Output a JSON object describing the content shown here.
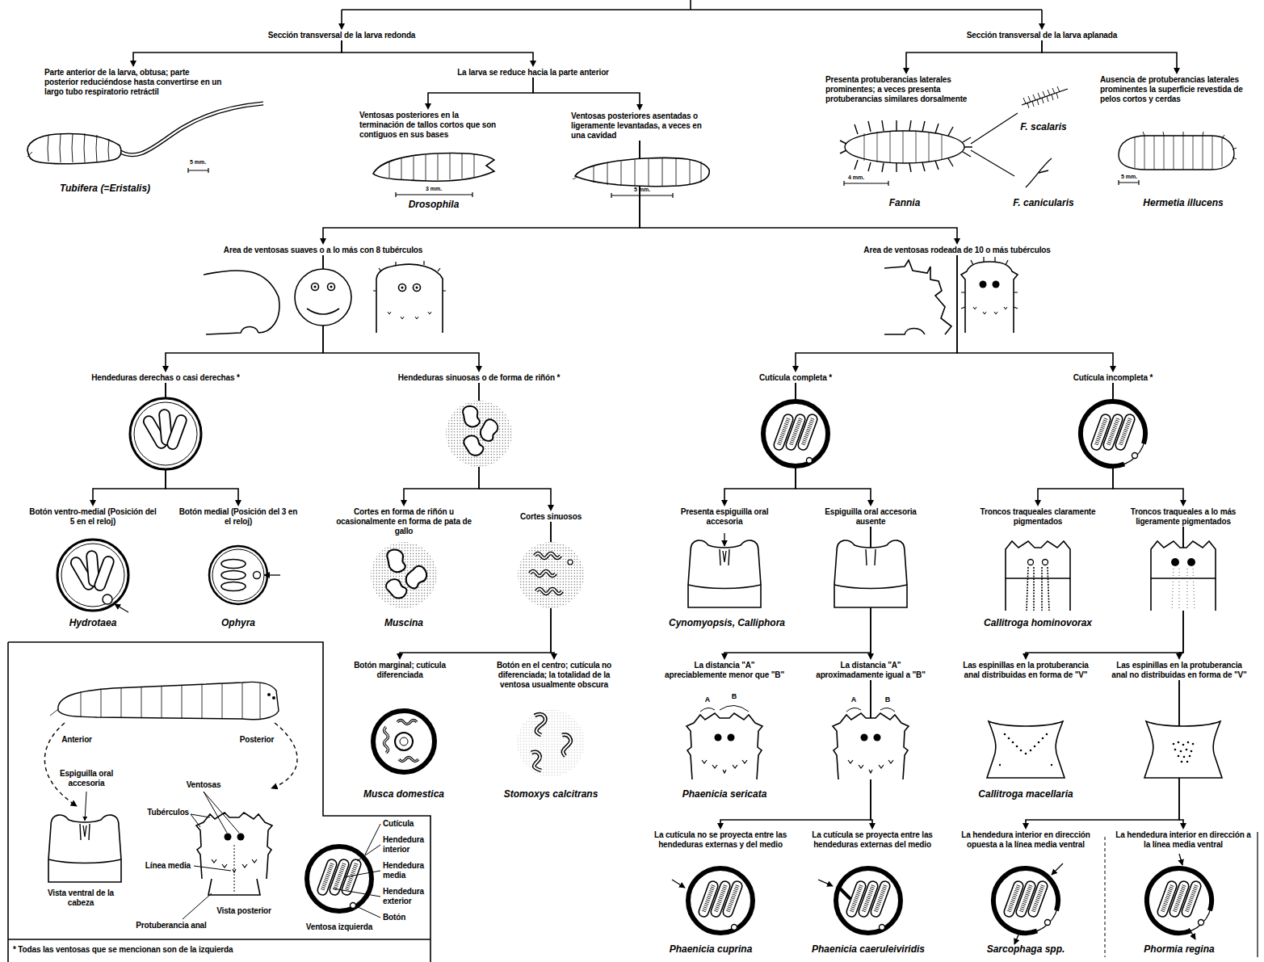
{
  "diagram": {
    "nodes": [
      {
        "text": [
          "Sección transversal de la larva redonda"
        ]
      },
      {
        "text": [
          "Sección transversal de la larva aplanada"
        ]
      },
      {
        "text": [
          "Parte anterior de la larva, obtusa; parte posterior reduciéndose hasta convertirse en un largo tubo respiratorio retráctil"
        ]
      },
      {
        "text": [
          "La larva se reduce hacia la parte anterior"
        ]
      },
      {
        "text": [
          "Ventosas posteriores en la terminación de tallos cortos que son contiguos en sus bases"
        ]
      },
      {
        "text": [
          "Ventosas posteriores asentadas o ligeramente levantadas, a veces en una cavidad"
        ]
      },
      {
        "text": [
          "Presenta protuberancias laterales prominentes; a veces presenta protuberancias similares dorsalmente"
        ]
      },
      {
        "text": [
          "Ausencia de protuberancias laterales prominentes la superficie revestida de pelos cortos y cerdas"
        ]
      },
      {
        "text": [
          "Area de ventosas suaves o a lo más con 8 tubérculos"
        ]
      },
      {
        "text": [
          "Area de ventosas rodeada de 10 o más tubérculos"
        ]
      },
      {
        "text": [
          "Hendeduras derechas o casi derechas *"
        ]
      },
      {
        "text": [
          "Hendeduras sinuosas o de forma de riñón *"
        ]
      },
      {
        "text": [
          "Cutícula completa *"
        ]
      },
      {
        "text": [
          "Cutícula incompleta *"
        ]
      },
      {
        "text": [
          "Botón ventro-medial (Posición del 5 en el reloj)"
        ]
      },
      {
        "text": [
          "Botón medial (Posición del 3 en el reloj)"
        ]
      },
      {
        "text": [
          "Cortes en forma de riñón u ocasionalmente en forma de pata de gallo"
        ]
      },
      {
        "text": [
          "Cortes sinuosos"
        ]
      },
      {
        "text": [
          "Presenta espiguilla oral accesoria"
        ]
      },
      {
        "text": [
          "Espiguilla oral accesoria ausente"
        ]
      },
      {
        "text": [
          "Troncos traqueales claramente pigmentados"
        ]
      },
      {
        "text": [
          "Troncos traqueales a lo más ligeramente pigmentados"
        ]
      },
      {
        "text": [
          "Botón marginal; cutícula diferenciada"
        ]
      },
      {
        "text": [
          "Botón en el centro; cutícula no diferenciada; la totalidad de la ventosa usualmente obscura"
        ]
      },
      {
        "text": [
          "La distancia \"A\" apreciablemente menor que \"B\""
        ]
      },
      {
        "text": [
          "La distancia \"A\" aproximadamente igual a \"B\""
        ]
      },
      {
        "text": [
          "Las espinillas en la protuberancia anal distribuidas en forma de \"V\""
        ]
      },
      {
        "text": [
          "Las espinillas en la protuberancia anal no distribuidas en forma de \"V\""
        ]
      },
      {
        "text": [
          "La cutícula no se proyecta entre las hendeduras externas y del medio"
        ]
      },
      {
        "text": [
          "La cutícula se proyecta entre las hendeduras externas del medio"
        ]
      },
      {
        "text": [
          "La hendedura interior en dirección opuesta a la línea media ventral"
        ]
      },
      {
        "text": [
          "La hendedura interior en dirección a la línea media ventral"
        ]
      }
    ],
    "edges": [
      {
        "from": 0,
        "to": 2,
        "arrow": "to"
      },
      {
        "from": 0,
        "to": 3,
        "arrow": "to"
      },
      {
        "from": 3,
        "to": 4,
        "arrow": "to"
      },
      {
        "from": 3,
        "to": 5,
        "arrow": "to"
      },
      {
        "from": 1,
        "to": 6,
        "arrow": "to"
      },
      {
        "from": 1,
        "to": 7,
        "arrow": "to"
      },
      {
        "from": 5,
        "to": 8,
        "arrow": "to"
      },
      {
        "from": 5,
        "to": 9,
        "arrow": "to"
      },
      {
        "from": 8,
        "to": 10,
        "arrow": "to"
      },
      {
        "from": 8,
        "to": 11,
        "arrow": "to"
      },
      {
        "from": 9,
        "to": 12,
        "arrow": "to"
      },
      {
        "from": 9,
        "to": 13,
        "arrow": "to"
      },
      {
        "from": 10,
        "to": 14,
        "arrow": "to"
      },
      {
        "from": 10,
        "to": 15,
        "arrow": "to"
      },
      {
        "from": 11,
        "to": 16,
        "arrow": "to"
      },
      {
        "from": 11,
        "to": 17,
        "arrow": "to"
      },
      {
        "from": 12,
        "to": 18,
        "arrow": "to"
      },
      {
        "from": 12,
        "to": 19,
        "arrow": "to"
      },
      {
        "from": 13,
        "to": 20,
        "arrow": "to"
      },
      {
        "from": 13,
        "to": 21,
        "arrow": "to"
      },
      {
        "from": 17,
        "to": 22,
        "arrow": "to"
      },
      {
        "from": 17,
        "to": 23,
        "arrow": "to"
      },
      {
        "from": 19,
        "to": 24,
        "arrow": "to"
      },
      {
        "from": 19,
        "to": 25,
        "arrow": "to"
      },
      {
        "from": 21,
        "to": 26,
        "arrow": "to"
      },
      {
        "from": 21,
        "to": 27,
        "arrow": "to"
      },
      {
        "from": 25,
        "to": 28,
        "arrow": "to"
      },
      {
        "from": 25,
        "to": 29,
        "arrow": "to"
      },
      {
        "from": 27,
        "to": 30,
        "arrow": "to"
      },
      {
        "from": 27,
        "to": 31,
        "arrow": "to"
      }
    ],
    "labels": [
      "5 mm.",
      "Tubifera (=Eristalis)",
      "3 mm.",
      "Drosophila",
      "5 mm.",
      "F. scalaris",
      "4 mm.",
      "Fannia",
      "F. canicularis",
      "5 mm.",
      "Hermetia illucens",
      "Hydrotaea",
      "Ophyra",
      "Muscina",
      "Cynomyopsis, Calliphora",
      "Callitroga hominovorax",
      "A",
      "B",
      "A",
      "B",
      "Musca domestica",
      "Stomoxys calcitrans",
      "Phaenicia sericata",
      "Callitroga macellaria",
      "Phaenicia cuprina",
      "Phaenicia caeruleiviridis",
      "Sarcophaga spp.",
      "Phormia regina",
      "Anterior",
      "Posterior",
      "Espiguilla oral accesoria",
      "Vista ventral de la cabeza",
      "Ventosas",
      "Tubérculos",
      "Línea media",
      "Vista posterior",
      "Protuberancia anal",
      "Cutícula",
      "Hendedura interior",
      "Hendedura media",
      "Hendedura exterior",
      "Botón",
      "Ventosa izquierda",
      "* Todas las ventosas que se mencionan son de la izquierda"
    ]
  }
}
